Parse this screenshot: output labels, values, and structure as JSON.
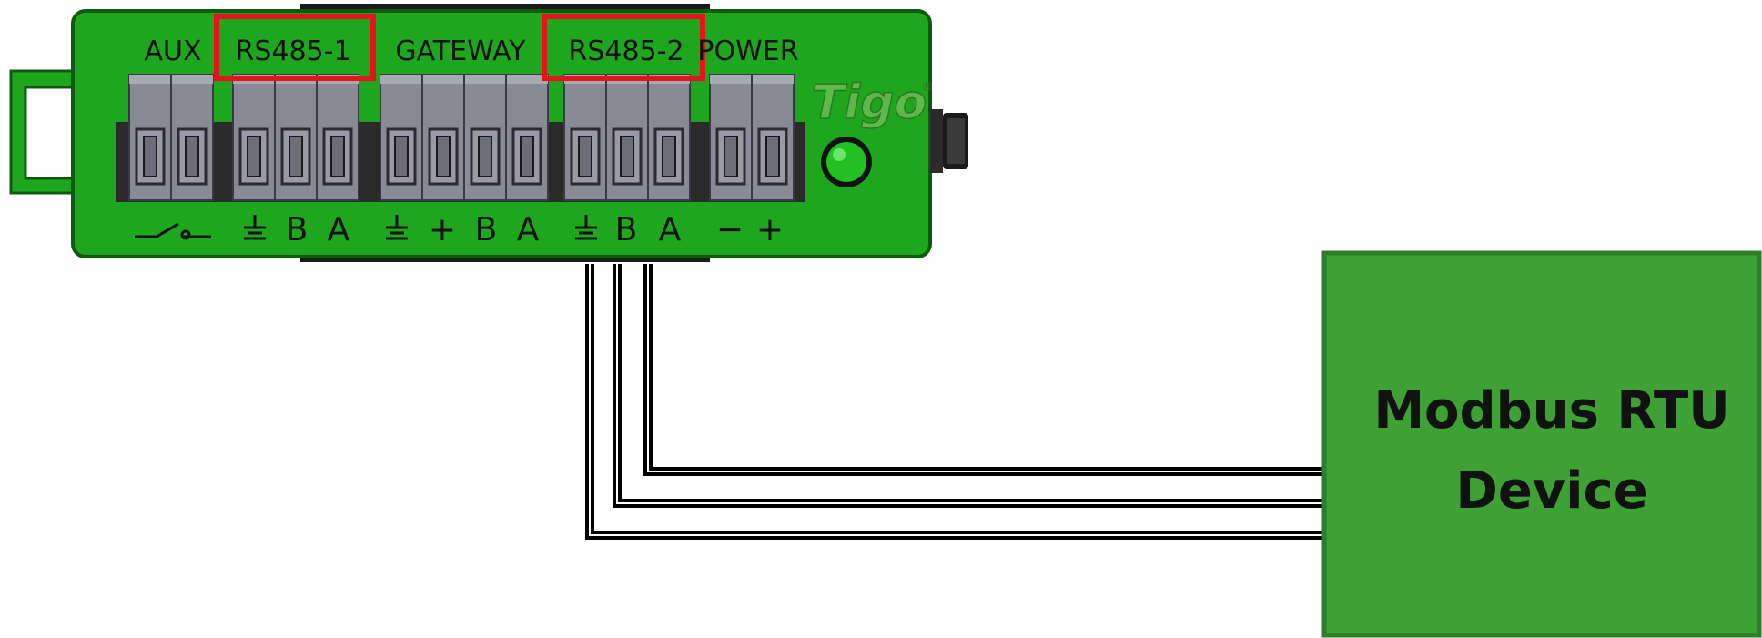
{
  "colors": {
    "housing": "#1ea61e",
    "housing_dark": "#0d5c0d",
    "terminal": "#8a8a96",
    "highlight": "#e3141b",
    "device_fill": "#3da134",
    "device_border": "#2e7d28",
    "wire": "#000000",
    "led": "#22c022"
  },
  "controller": {
    "logo": "Tigo",
    "logo_mark": "®",
    "sections": [
      {
        "key": "aux",
        "label": "AUX",
        "terminals": 2,
        "highlighted": false,
        "symbols": [
          "switch"
        ]
      },
      {
        "key": "rs485_1",
        "label": "RS485-1",
        "terminals": 3,
        "highlighted": true,
        "symbols": [
          "ground",
          "B",
          "A"
        ]
      },
      {
        "key": "gateway",
        "label": "GATEWAY",
        "terminals": 4,
        "highlighted": false,
        "symbols": [
          "ground",
          "+",
          "B",
          "A"
        ]
      },
      {
        "key": "rs485_2",
        "label": "RS485-2",
        "terminals": 3,
        "highlighted": true,
        "symbols": [
          "ground",
          "B",
          "A"
        ]
      },
      {
        "key": "power",
        "label": "POWER",
        "terminals": 2,
        "highlighted": false,
        "symbols": [
          "−",
          "+"
        ]
      }
    ]
  },
  "device": {
    "line1": "Modbus RTU",
    "line2": "Device"
  },
  "wires": {
    "count": 3,
    "from": "RS485-2",
    "to": "Modbus RTU Device"
  }
}
